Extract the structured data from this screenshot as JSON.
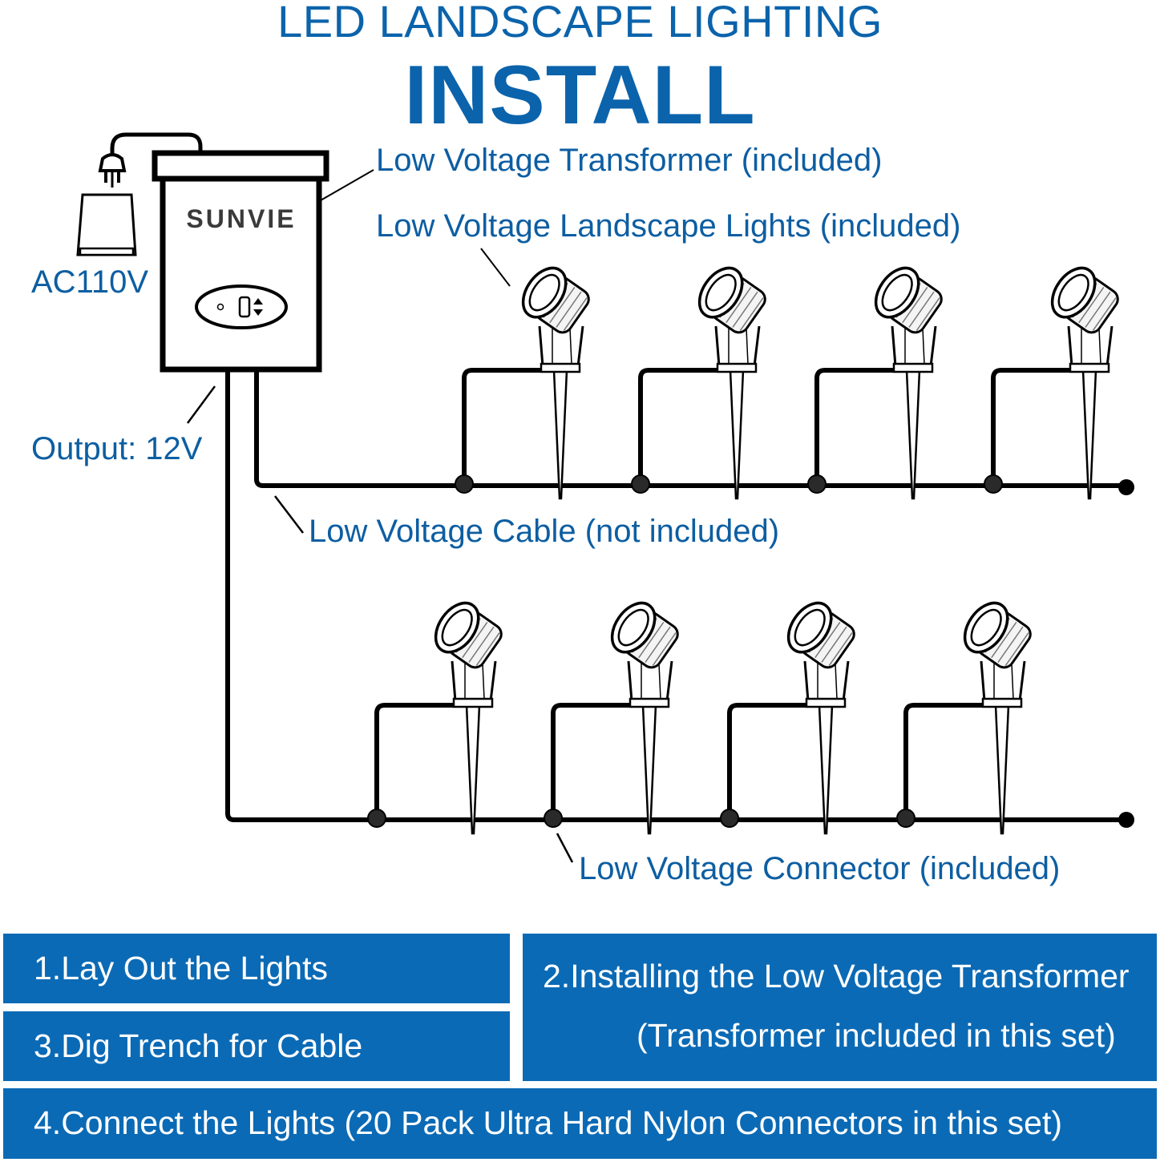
{
  "header": {
    "subtitle": "LED LANDSCAPE LIGHTING",
    "title": "INSTALL"
  },
  "labels": {
    "transformer": "Low Voltage Transformer (included)",
    "lights": "Low Voltage Landscape Lights (included)",
    "input_voltage": "AC110V",
    "output_voltage": "Output: 12V",
    "cable": "Low Voltage Cable (not included)",
    "connector": "Low Voltage Connector (included)"
  },
  "transformer": {
    "brand": "SUNVIE"
  },
  "diagram": {
    "upper_row_light_count": 4,
    "lower_row_light_count": 4,
    "wire_color": "#000000"
  },
  "steps": [
    {
      "text": "1.Lay Out the Lights"
    },
    {
      "line1": "2.Installing the Low Voltage Transformer",
      "line2": "(Transformer included in this set)"
    },
    {
      "text": "3.Dig Trench for Cable"
    },
    {
      "text": "4.Connect the Lights (20 Pack Ultra Hard Nylon Connectors in this set)"
    }
  ],
  "colors": {
    "brand_blue": "#0b63ab",
    "step_box_blue": "#0b6ab5",
    "step_text": "#ffffff"
  }
}
